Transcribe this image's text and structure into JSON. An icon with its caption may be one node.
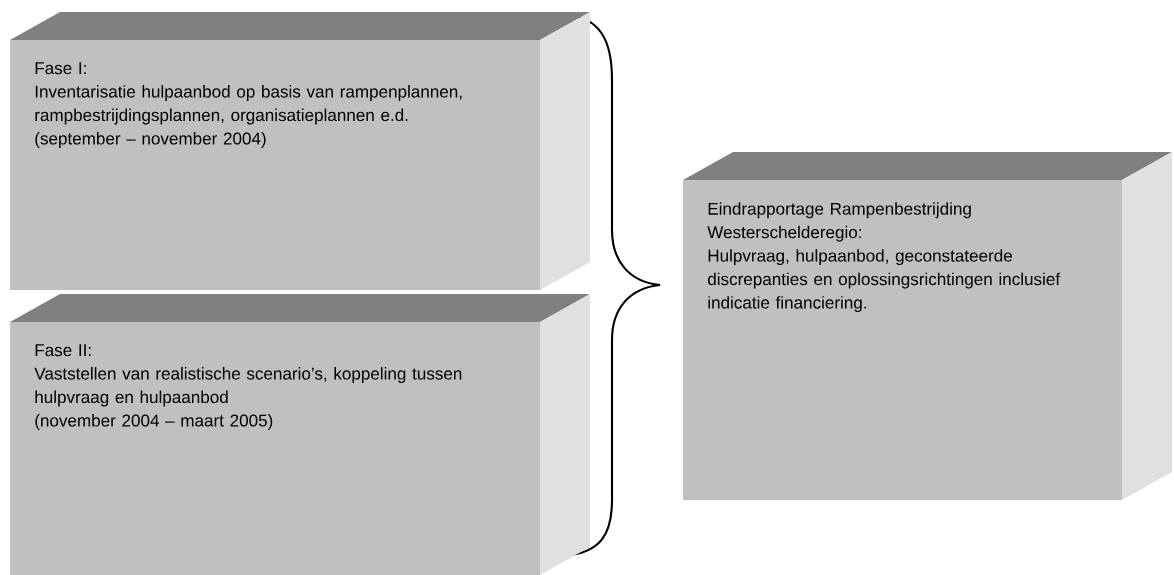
{
  "diagram": {
    "nodes": [
      {
        "text": [
          "Fase I:",
          "Inventarisatie hulpaanbod op basis van rampenplannen, rampbestrijdingsplannen, organisatieplannen e.d.",
          "(september – november 2004)"
        ]
      },
      {
        "text": [
          "Fase II:",
          "Vaststellen van realistische scenario’s, koppeling tussen hulpvraag en hulpaanbod",
          "(november 2004 – maart 2005)"
        ]
      },
      {
        "text": [
          "Eindrapportage Rampenbestrijding Westerschelderegio:",
          "Hulpvraag, hulpaanbod, geconstateerde discrepanties en oplossingsrichtingen inclusief indicatie financiering."
        ]
      }
    ]
  }
}
